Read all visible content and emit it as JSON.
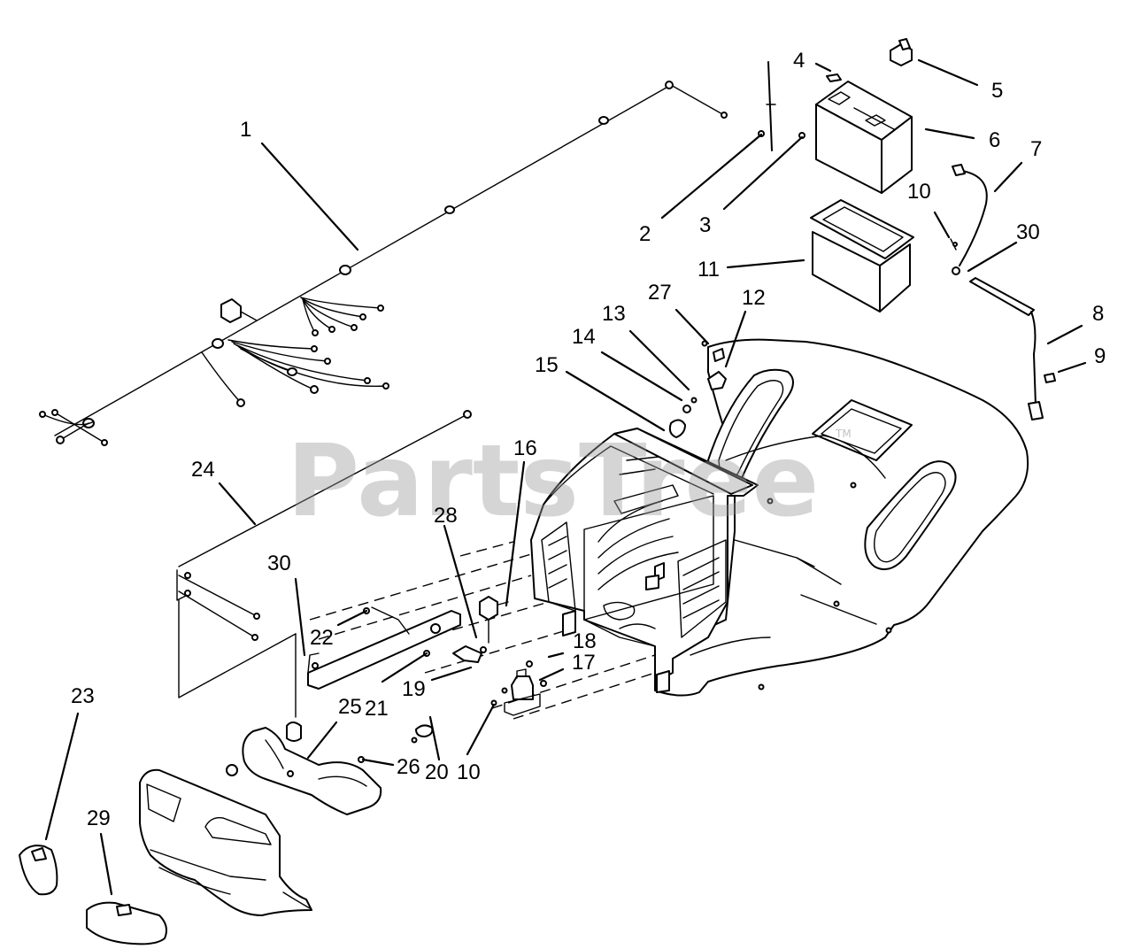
{
  "watermark": {
    "text": "PartsTree",
    "trademark": "TM"
  },
  "callouts": [
    {
      "id": "c1",
      "label": "1"
    },
    {
      "id": "c2",
      "label": "2"
    },
    {
      "id": "c3",
      "label": "3"
    },
    {
      "id": "c4",
      "label": "4"
    },
    {
      "id": "c5",
      "label": "5"
    },
    {
      "id": "c6",
      "label": "6"
    },
    {
      "id": "c7",
      "label": "7"
    },
    {
      "id": "c8",
      "label": "8"
    },
    {
      "id": "c9",
      "label": "9"
    },
    {
      "id": "c10a",
      "label": "10"
    },
    {
      "id": "c30a",
      "label": "30"
    },
    {
      "id": "c11",
      "label": "11"
    },
    {
      "id": "c27",
      "label": "27"
    },
    {
      "id": "c12",
      "label": "12"
    },
    {
      "id": "c13",
      "label": "13"
    },
    {
      "id": "c14",
      "label": "14"
    },
    {
      "id": "c15",
      "label": "15"
    },
    {
      "id": "c16",
      "label": "16"
    },
    {
      "id": "c24",
      "label": "24"
    },
    {
      "id": "c28",
      "label": "28"
    },
    {
      "id": "c30b",
      "label": "30"
    },
    {
      "id": "c22",
      "label": "22"
    },
    {
      "id": "c18",
      "label": "18"
    },
    {
      "id": "c17",
      "label": "17"
    },
    {
      "id": "c19",
      "label": "19"
    },
    {
      "id": "c25",
      "label": "25"
    },
    {
      "id": "c21",
      "label": "21"
    },
    {
      "id": "c23",
      "label": "23"
    },
    {
      "id": "c26",
      "label": "26"
    },
    {
      "id": "c20",
      "label": "20"
    },
    {
      "id": "c10b",
      "label": "10"
    },
    {
      "id": "c29",
      "label": "29"
    }
  ]
}
